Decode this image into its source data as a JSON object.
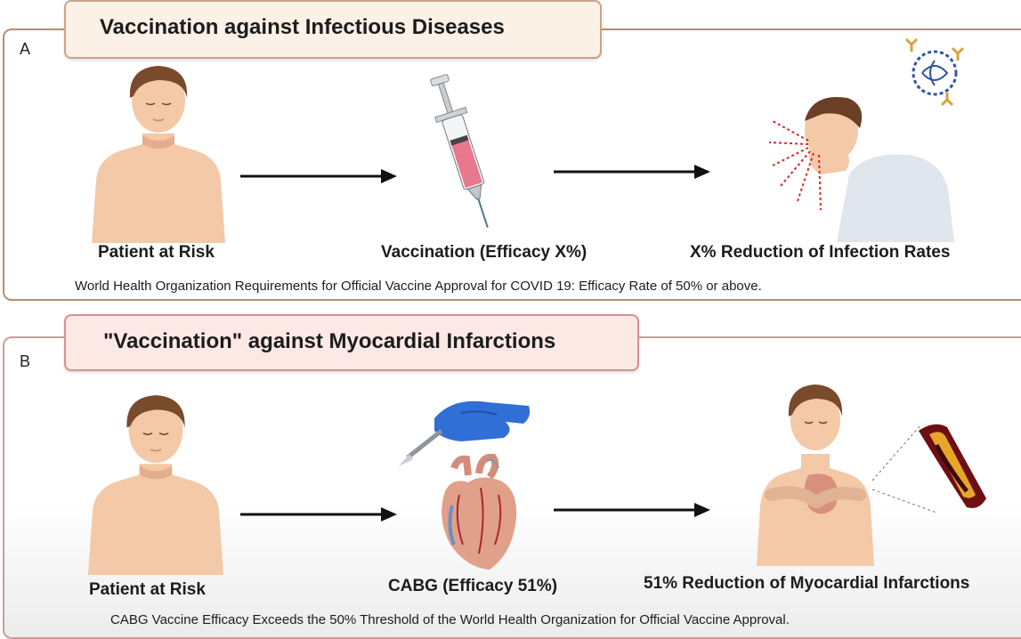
{
  "panel_a": {
    "letter": "A",
    "title": "Vaccination against Infectious Diseases",
    "steps": [
      {
        "label": "Patient at Risk"
      },
      {
        "label": "Vaccination (Efficacy X%)"
      },
      {
        "label": "X%  Reduction of Infection Rates"
      }
    ],
    "note": "World Health Organization Requirements for Official Vaccine Approval for COVID 19: Efficacy Rate of 50% or above."
  },
  "panel_b": {
    "letter": "B",
    "title": "\"Vaccination\" against Myocardial Infarctions",
    "steps": [
      {
        "label": "Patient at Risk"
      },
      {
        "label": "CABG (Efficacy 51%)"
      },
      {
        "label": "51%  Reduction of Myocardial Infarctions"
      }
    ],
    "note": "CABG Vaccine Efficacy Exceeds the 50% Threshold of the World Health Organization for Official Vaccine Approval."
  },
  "colors": {
    "panel_a_border": "#b98e6e",
    "panel_b_border": "#cf9a9a",
    "skin": "#f3c9a8",
    "hair": "#7a4a2c",
    "glove": "#2f6fd6",
    "heart": "#e0a08a",
    "syringe_fluid": "#e8788c",
    "virus": "#2f55a8"
  },
  "icons": [
    "patient-figure",
    "syringe-icon",
    "sick-person-icon",
    "virus-icon",
    "scalpel-hand-icon",
    "heart-icon",
    "artery-icon",
    "arrow-icon"
  ]
}
